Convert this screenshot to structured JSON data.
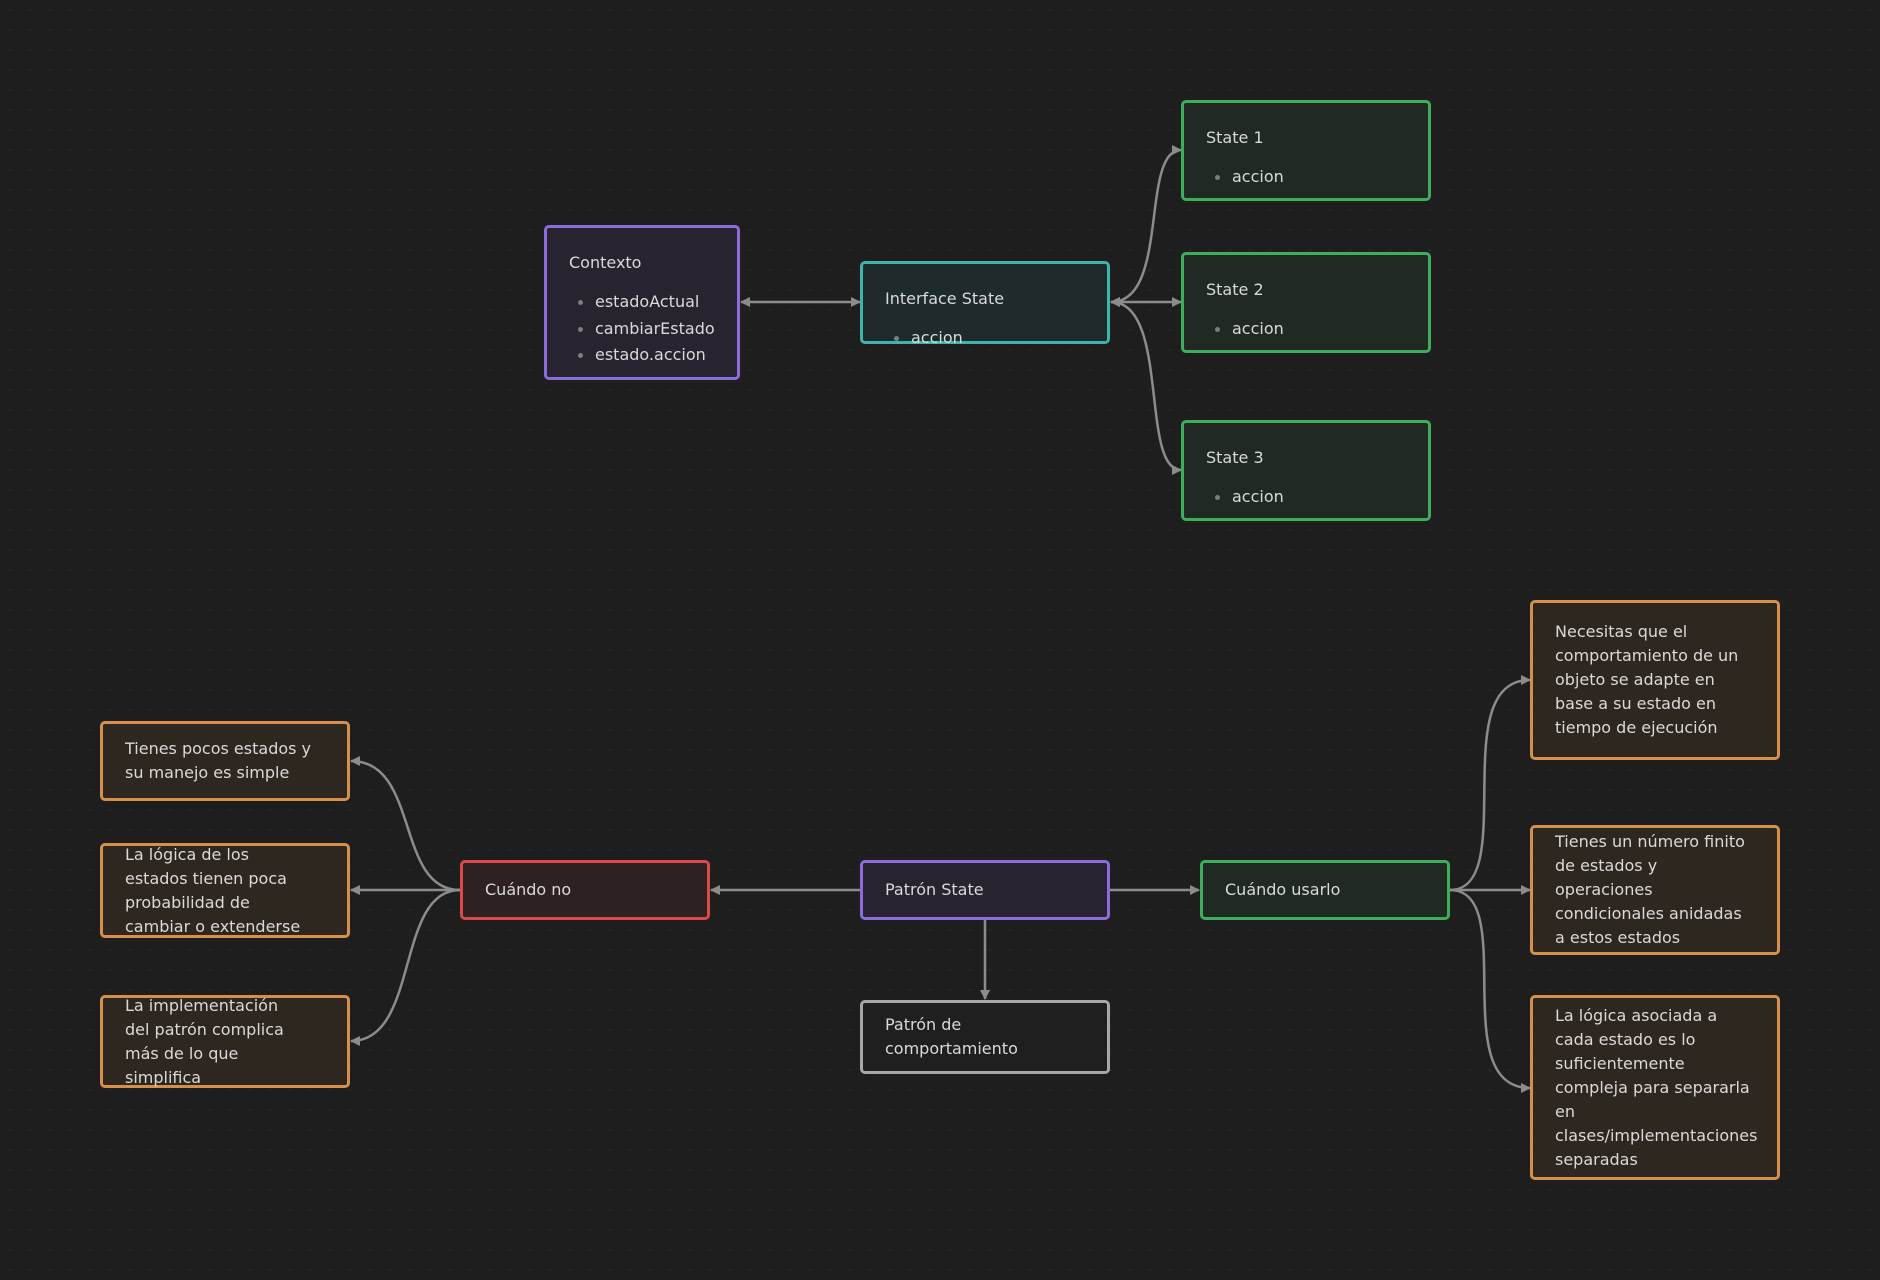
{
  "colors": {
    "background": "#1e1e1e",
    "purple": "#8a6ddb",
    "teal": "#3fb4ab",
    "green": "#3fae5c",
    "red": "#db4a4a",
    "orange": "#d7904a",
    "gray": "#a7a7a7",
    "edge": "#8c8c8c"
  },
  "top_diagram": {
    "contexto": {
      "title": "Contexto",
      "items": [
        "estadoActual",
        "cambiarEstado",
        "estado.accion"
      ]
    },
    "interface_state": {
      "title": "Interface State",
      "items": [
        "accion"
      ]
    },
    "state1": {
      "title": "State 1",
      "items": [
        "accion"
      ]
    },
    "state2": {
      "title": "State 2",
      "items": [
        "accion"
      ]
    },
    "state3": {
      "title": "State 3",
      "items": [
        "accion"
      ]
    }
  },
  "bottom_diagram": {
    "patron_state": "Patrón State",
    "patron_comportamiento": "Patrón de comportamiento",
    "cuando_no": {
      "title": "Cuándo no",
      "reasons": [
        "Tienes pocos estados y su manejo es simple",
        "La lógica de los estados tienen poca probabilidad de cambiar o extenderse",
        "La implementación del patrón complica más de lo que simplifica"
      ]
    },
    "cuando_usarlo": {
      "title": "Cuándo usarlo",
      "reasons": [
        "Necesitas que el comportamiento de un objeto se adapte en base a su estado en tiempo de ejecución",
        "Tienes un número finito de estados y operaciones condicionales anidadas a estos estados",
        "La lógica asociada a cada estado es lo suficientemente compleja para separarla en clases/implementaciones separadas"
      ]
    }
  }
}
